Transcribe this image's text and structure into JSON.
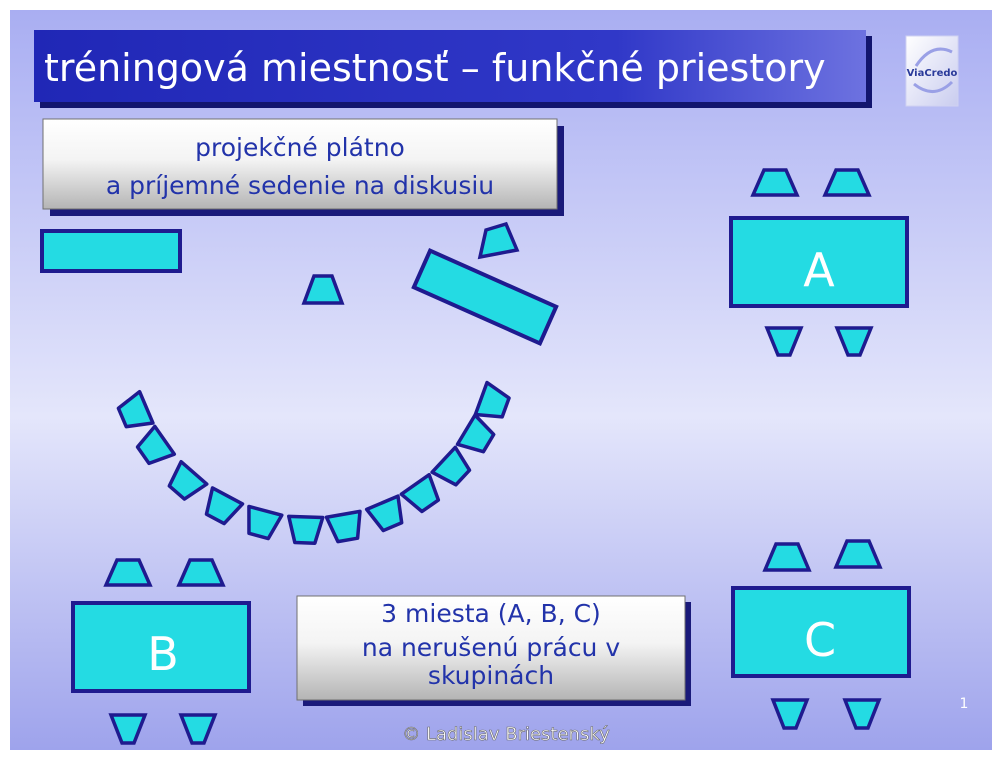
{
  "slide": {
    "title": "tréningová miestnosť – funkčné priestory",
    "logo_text": "ViaCredo",
    "info_box_1": {
      "line1": "projekčné plátno",
      "line2": "a príjemné sedenie na diskusiu"
    },
    "info_box_2": {
      "line1": "3 miesta  (A, B, C)",
      "line2": "na nerušenú prácu v",
      "line3": "skupinách"
    },
    "tables": {
      "a": "A",
      "b": "B",
      "c": "C"
    },
    "copyright": "© Ladislav Briestenský",
    "page_number": "1"
  },
  "colors": {
    "furniture_fill": "#24dbe3",
    "furniture_stroke": "#1f1b8f",
    "title_bar": "#1e23b8",
    "label_text": "#2233aa",
    "table_text": "#ffffff"
  }
}
